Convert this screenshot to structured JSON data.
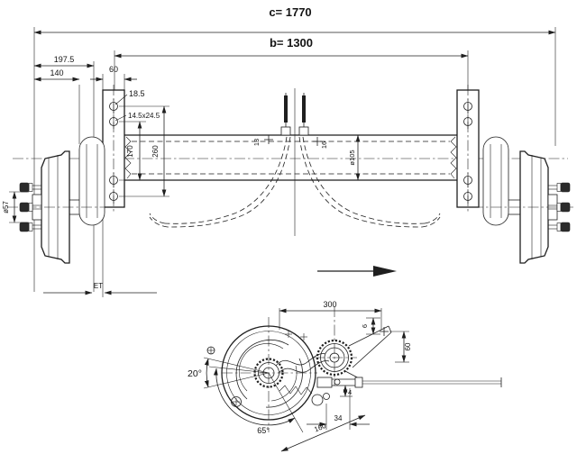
{
  "colors": {
    "line": "#1f1f1f",
    "background": "#ffffff"
  },
  "main_view": {
    "dim_c": "c= 1770",
    "dim_b": "b= 1300",
    "dim_197_5": "197.5",
    "dim_140": "140",
    "dim_60": "60",
    "dim_18_5": "18.5",
    "dim_slot": "14.5x24.5",
    "dim_170": "170",
    "dim_260": "260",
    "dim_hub_dia": "ø57",
    "dim_offset": "ET",
    "label_13": "13",
    "label_16": "16",
    "dim_tube_dia": "ø105"
  },
  "detail_view": {
    "dim_300": "300",
    "angle_20": "20°",
    "angle_65": "65°",
    "dim_160": "160",
    "dim_34": "34",
    "dim_4": "4",
    "dim_6": "6",
    "dim_60": "60"
  }
}
